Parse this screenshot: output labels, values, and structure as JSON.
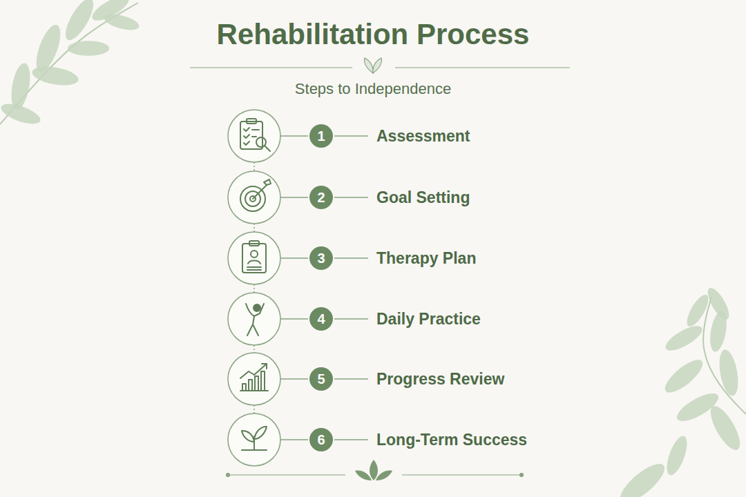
{
  "diagram": {
    "title": "Rehabilitation Process",
    "nodes": [
      {
        "text": [
          "1",
          "Assessment"
        ]
      },
      {
        "text": [
          "2",
          "Goal Setting"
        ]
      },
      {
        "text": [
          "3",
          "Therapy Plan"
        ]
      },
      {
        "text": [
          "4",
          "Daily Practice"
        ]
      },
      {
        "text": [
          "5",
          "Progress Review"
        ]
      },
      {
        "text": [
          "6",
          "Long-Term Success"
        ]
      }
    ],
    "labels": [
      "Steps to Independence"
    ]
  }
}
